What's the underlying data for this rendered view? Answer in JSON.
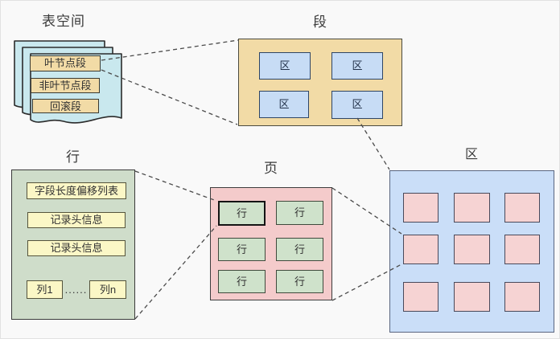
{
  "tablespace": {
    "title": "表空间",
    "segments": [
      {
        "label": "叶节点段"
      },
      {
        "label": "非叶节点段"
      },
      {
        "label": "回滚段"
      }
    ]
  },
  "segment": {
    "title": "段",
    "extents": [
      {
        "label": "区"
      },
      {
        "label": "区"
      },
      {
        "label": "区"
      },
      {
        "label": "区"
      }
    ]
  },
  "extent": {
    "title": "区",
    "page_cell_count": 9
  },
  "page": {
    "title": "页",
    "rows": [
      {
        "label": "行"
      },
      {
        "label": "行"
      },
      {
        "label": "行"
      },
      {
        "label": "行"
      },
      {
        "label": "行"
      },
      {
        "label": "行"
      }
    ]
  },
  "row": {
    "title": "行",
    "fields": [
      {
        "label": "字段长度偏移列表"
      },
      {
        "label": "记录头信息"
      },
      {
        "label": "记录头信息"
      }
    ],
    "first_col": "列1",
    "ellipsis": "......",
    "last_col": "列n"
  },
  "colors": {
    "tablespace_page_fill": "#c9e8ee",
    "segment_fill": "#f2dba6",
    "extent_cell_fill": "#c7dcf5",
    "extent_box_fill": "#cadef8",
    "page_fill": "#f4cbcb",
    "page_cell_fill": "#f6d3d3",
    "row_cell_fill": "#cfe2cb",
    "row_box_fill": "#cfddca",
    "field_bar_fill": "#fbf7c6",
    "connector_line": "#4a4a4a"
  }
}
